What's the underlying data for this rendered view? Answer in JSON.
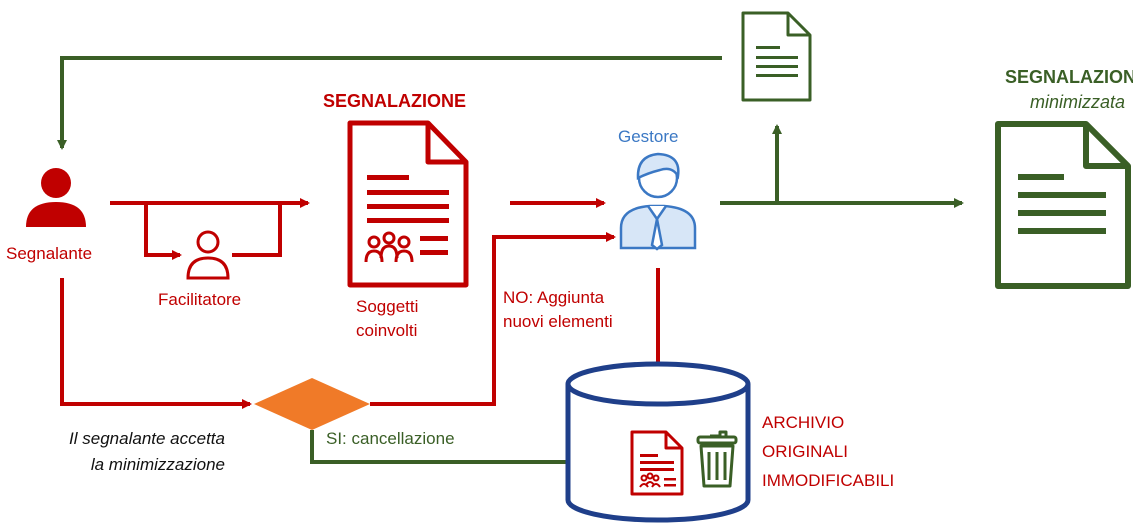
{
  "diagram": {
    "top_title": "SEGNALAZIONE",
    "minimized_title": "SEGNALAZIONE",
    "minimized_subtitle": "minimizzata",
    "segnalante_label": "Segnalante",
    "facilitatore_label": "Facilitatore",
    "soggetti_label_1": "Soggetti",
    "soggetti_label_2": "coinvolti",
    "gestore_label": "Gestore",
    "no_label_1": "NO: Aggiunta",
    "no_label_2": "nuovi elementi",
    "si_label": "SI: cancellazione",
    "accept_label_1": "Il segnalante accetta",
    "accept_label_2": "la minimizzazione",
    "archive_label_1": "ARCHIVIO",
    "archive_label_2": "ORIGINALI",
    "archive_label_3": "IMMODIFICABILI"
  },
  "colors": {
    "red": "#c00000",
    "green": "#3a5f26",
    "blue": "#3b78c4",
    "orange": "#f07a28",
    "navy": "#1f3f8a"
  }
}
